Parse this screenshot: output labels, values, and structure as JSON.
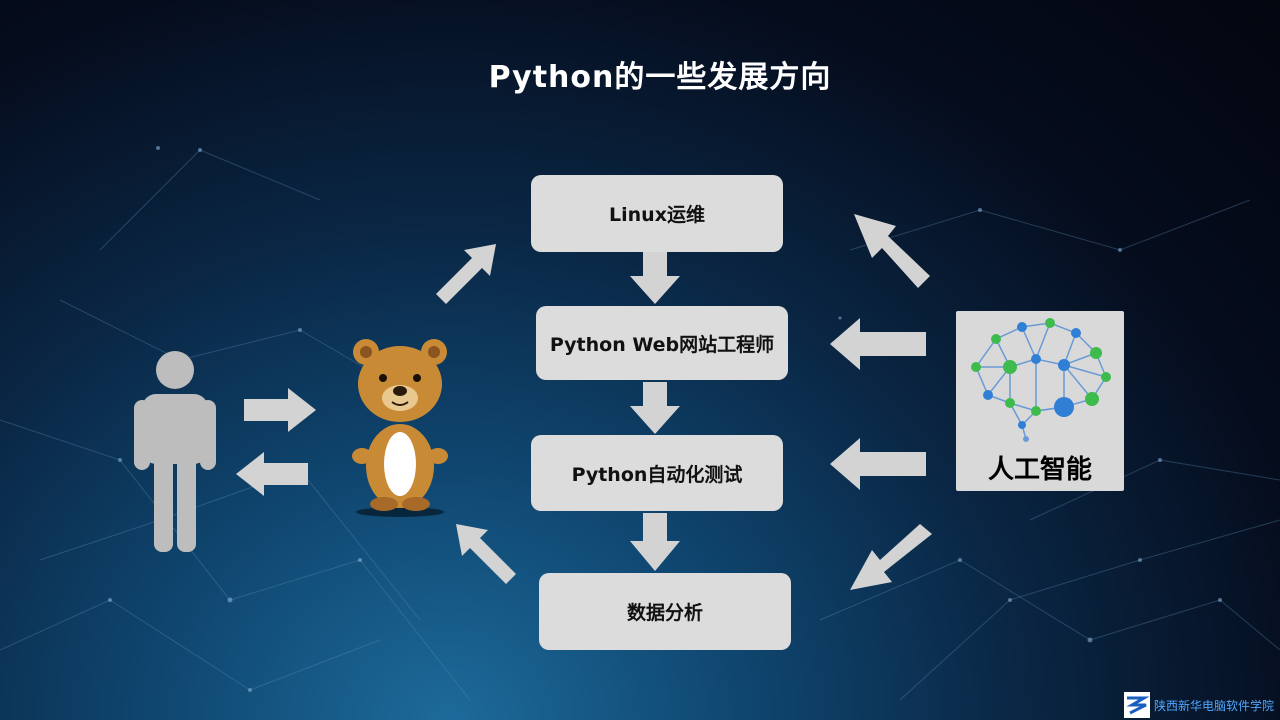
{
  "title": "Python的一些发展方向",
  "boxes": {
    "linux": "Linux运维",
    "web": "Python Web网站工程师",
    "test": "Python自动化测试",
    "data": "数据分析"
  },
  "ai_label": "人工智能",
  "footer": {
    "text": "陕西新华电脑软件学院"
  },
  "colors": {
    "box": "#dcdcdc",
    "arrow": "#d3d3d3",
    "bear": "#c98a36",
    "node_blue": "#2f7fd6",
    "node_green": "#3dbb4c"
  },
  "icons": [
    "person-icon",
    "bear-mascot-icon",
    "brain-network-icon",
    "school-logo-icon"
  ]
}
